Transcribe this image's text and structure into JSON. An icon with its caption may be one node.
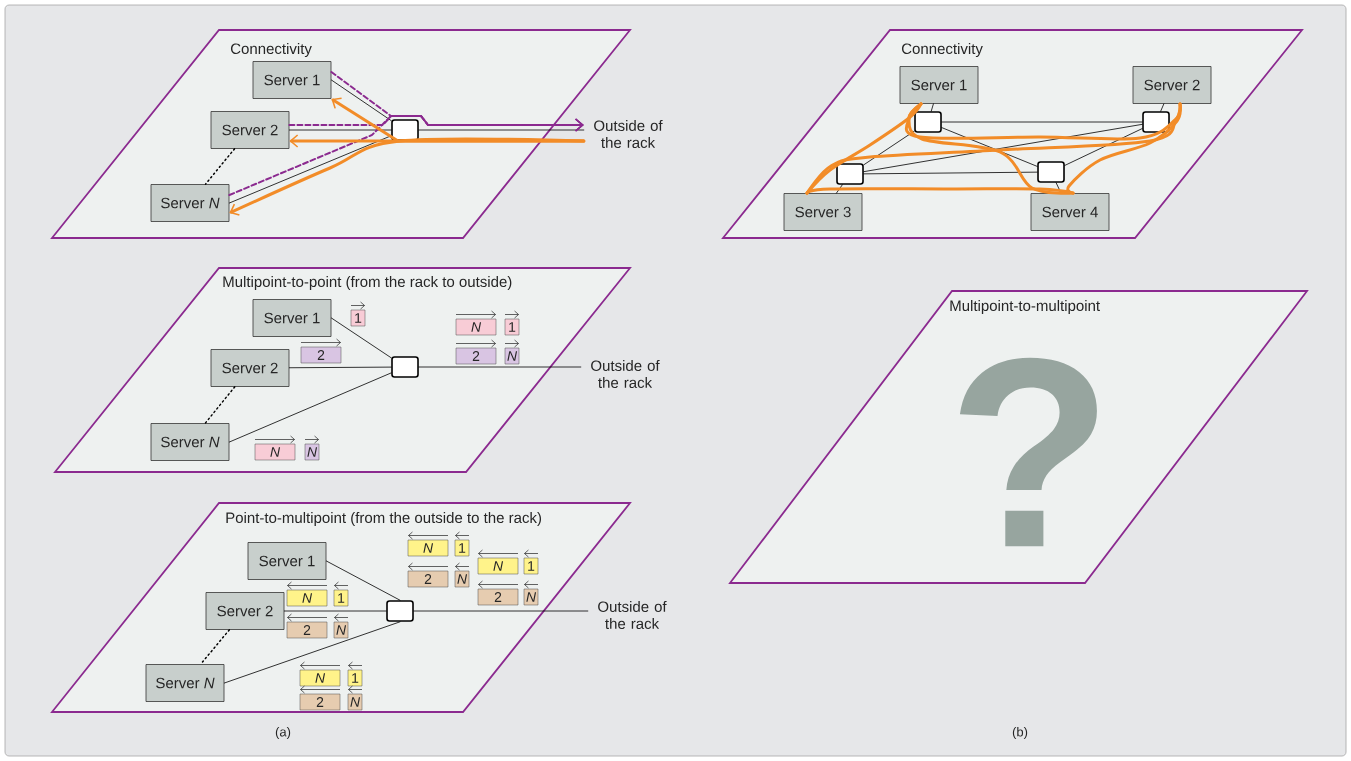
{
  "diagram": {
    "nodes": [
      {
        "text": [
          "Connectivity"
        ]
      },
      {
        "text": [
          "Server 1"
        ],
        "in": 0
      },
      {
        "text": [
          "Server 2"
        ],
        "in": 0
      },
      {
        "text": [
          "Server *N*"
        ],
        "in": 0
      },
      {
        "text": [],
        "shape": "box",
        "in": 0
      },
      {
        "text": [
          "Outside of the rack"
        ]
      },
      {
        "text": [
          "Connectivity"
        ]
      },
      {
        "text": [
          "Server 1"
        ],
        "in": 6
      },
      {
        "text": [
          "Server 2"
        ],
        "in": 6
      },
      {
        "text": [
          "Server 3"
        ],
        "in": 6
      },
      {
        "text": [
          "Server 4"
        ],
        "in": 6
      },
      {
        "text": [],
        "shape": "box",
        "in": 6
      },
      {
        "text": [],
        "shape": "box",
        "in": 6
      },
      {
        "text": [],
        "shape": "box",
        "in": 6
      },
      {
        "text": [],
        "shape": "box",
        "in": 6
      },
      {
        "text": [
          "Multipoint-to-point (from the rack to outside)"
        ]
      },
      {
        "text": [
          "Server 1"
        ],
        "in": 15
      },
      {
        "text": [
          "Server 2"
        ],
        "in": 15
      },
      {
        "text": [
          "Server *N*"
        ],
        "in": 15
      },
      {
        "text": [],
        "shape": "box",
        "in": 15
      },
      {
        "text": [
          "Outside of the rack"
        ]
      },
      {
        "text": [
          "1"
        ],
        "in": 15
      },
      {
        "text": [
          "*N*"
        ],
        "in": 15
      },
      {
        "text": [
          "1"
        ],
        "in": 15
      },
      {
        "text": [
          "2"
        ],
        "in": 15
      },
      {
        "text": [
          "2"
        ],
        "in": 15
      },
      {
        "text": [
          "*N*"
        ],
        "in": 15
      },
      {
        "text": [
          "*N*"
        ],
        "in": 15
      },
      {
        "text": [
          "*N*"
        ],
        "in": 15
      },
      {
        "text": [
          "Multipoint-to-multipoint"
        ]
      },
      {
        "text": [
          "Point-to-multipoint (from the outside to the rack)"
        ]
      },
      {
        "text": [
          "Server 1"
        ],
        "in": 30
      },
      {
        "text": [
          "Server 2"
        ],
        "in": 30
      },
      {
        "text": [
          "Server *N*"
        ],
        "in": 30
      },
      {
        "text": [],
        "shape": "box",
        "in": 30
      },
      {
        "text": [
          "Outside of the rack"
        ]
      },
      {
        "text": [
          "*N*"
        ],
        "in": 30
      },
      {
        "text": [
          "1"
        ],
        "in": 30
      },
      {
        "text": [
          "*N*"
        ],
        "in": 30
      },
      {
        "text": [
          "1"
        ],
        "in": 30
      },
      {
        "text": [
          "2"
        ],
        "in": 30
      },
      {
        "text": [
          "*N*"
        ],
        "in": 30
      },
      {
        "text": [
          "2"
        ],
        "in": 30
      },
      {
        "text": [
          "*N*"
        ],
        "in": 30
      },
      {
        "text": [
          "*N*"
        ],
        "in": 30
      },
      {
        "text": [
          "1"
        ],
        "in": 30
      },
      {
        "text": [
          "2"
        ],
        "in": 30
      },
      {
        "text": [
          "*N*"
        ],
        "in": 30
      },
      {
        "text": [
          "*N*"
        ],
        "in": 30
      },
      {
        "text": [
          "1"
        ],
        "in": 30
      },
      {
        "text": [
          "2"
        ],
        "in": 30
      },
      {
        "text": [
          "*N*"
        ],
        "in": 30
      }
    ],
    "edges": [
      {
        "from": 1,
        "to": 4,
        "arrow": "none"
      },
      {
        "from": 2,
        "to": 4,
        "arrow": "none"
      },
      {
        "from": 3,
        "to": 4,
        "arrow": "none"
      },
      {
        "from": 4,
        "to": 5,
        "arrow": "none"
      },
      {
        "from": 2,
        "to": 3,
        "arrow": "none",
        "style": "dashed"
      },
      {
        "from": 1,
        "to": 5,
        "arrow": "to",
        "style": "dashed",
        "color": "#8b2a8f"
      },
      {
        "from": 2,
        "to": 5,
        "arrow": "to",
        "style": "dashed",
        "color": "#8b2a8f"
      },
      {
        "from": 3,
        "to": 5,
        "arrow": "to",
        "style": "dashed",
        "color": "#8b2a8f"
      },
      {
        "from": 5,
        "to": 1,
        "arrow": "to",
        "style": "thick",
        "color": "#f28c28"
      },
      {
        "from": 5,
        "to": 2,
        "arrow": "to",
        "style": "thick",
        "color": "#f28c28"
      },
      {
        "from": 5,
        "to": 3,
        "arrow": "to",
        "style": "thick",
        "color": "#f28c28"
      },
      {
        "from": 7,
        "to": 11,
        "arrow": "none"
      },
      {
        "from": 8,
        "to": 12,
        "arrow": "none"
      },
      {
        "from": 9,
        "to": 13,
        "arrow": "none"
      },
      {
        "from": 10,
        "to": 14,
        "arrow": "none"
      },
      {
        "from": 11,
        "to": 12,
        "arrow": "none"
      },
      {
        "from": 11,
        "to": 13,
        "arrow": "none"
      },
      {
        "from": 11,
        "to": 14,
        "arrow": "none"
      },
      {
        "from": 13,
        "to": 12,
        "arrow": "none"
      },
      {
        "from": 13,
        "to": 14,
        "arrow": "none"
      },
      {
        "from": 14,
        "to": 12,
        "arrow": "none"
      },
      {
        "from": 7,
        "to": 8,
        "arrow": "none",
        "style": "thick",
        "color": "#f28c28"
      },
      {
        "from": 7,
        "to": 9,
        "arrow": "none",
        "style": "thick",
        "color": "#f28c28"
      },
      {
        "from": 7,
        "to": 10,
        "arrow": "none",
        "style": "thick",
        "color": "#f28c28"
      },
      {
        "from": 8,
        "to": 9,
        "arrow": "none",
        "style": "thick",
        "color": "#f28c28"
      },
      {
        "from": 8,
        "to": 10,
        "arrow": "none",
        "style": "thick",
        "color": "#f28c28"
      },
      {
        "from": 9,
        "to": 10,
        "arrow": "none",
        "style": "thick",
        "color": "#f28c28"
      },
      {
        "from": 16,
        "to": 19,
        "arrow": "none"
      },
      {
        "from": 17,
        "to": 19,
        "arrow": "none"
      },
      {
        "from": 18,
        "to": 19,
        "arrow": "none"
      },
      {
        "from": 19,
        "to": 20,
        "arrow": "none"
      },
      {
        "from": 17,
        "to": 18,
        "arrow": "none",
        "style": "dashed"
      },
      {
        "from": 31,
        "to": 34,
        "arrow": "none"
      },
      {
        "from": 32,
        "to": 34,
        "arrow": "none"
      },
      {
        "from": 33,
        "to": 34,
        "arrow": "none"
      },
      {
        "from": 34,
        "to": 35,
        "arrow": "none"
      },
      {
        "from": 32,
        "to": 33,
        "arrow": "none",
        "style": "dashed"
      }
    ],
    "labels": [
      "?",
      "(a)",
      "(b)"
    ]
  }
}
